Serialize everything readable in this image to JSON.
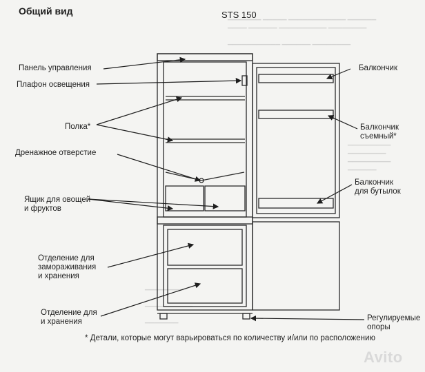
{
  "header": {
    "title": "Общий вид",
    "model": "STS 150"
  },
  "labels_left": {
    "control_panel": "Панель управления",
    "light": "Плафон освещения",
    "shelf": "Полка*",
    "drain": "Дренажное отверстие",
    "crisper_line1": "Ящик для овощей",
    "crisper_line2": "и фруктов",
    "freezer_line1": "Отделение для",
    "freezer_line2": "замораживания",
    "freezer_line3": "и хранения",
    "storage_line1": "Отделение для",
    "storage_line2": "и хранения"
  },
  "labels_right": {
    "balcony": "Балкончик",
    "removable_line1": "Балкончик",
    "removable_line2": "съемный*",
    "bottle_line1": "Балкончик",
    "bottle_line2": "для бутылок",
    "feet_line1": "Регулируемые",
    "feet_line2": "опоры"
  },
  "footnote": "* Детали, которые могут варьироваться по количеству и/или по расположению",
  "watermark": "Avito"
}
